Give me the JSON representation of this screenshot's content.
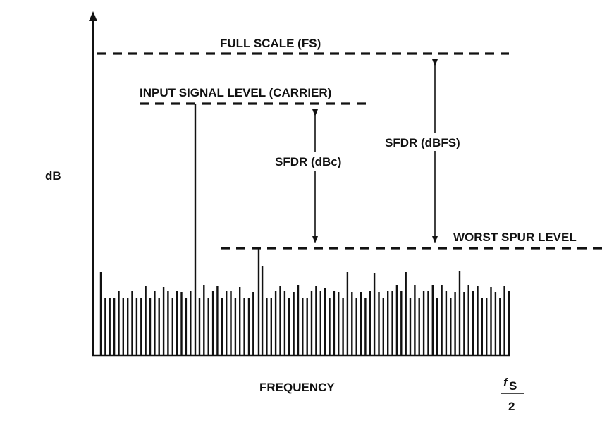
{
  "labels": {
    "full_scale": "FULL SCALE (FS)",
    "input_signal": "INPUT SIGNAL LEVEL (CARRIER)",
    "sfdr_dbc": "SFDR (dBc)",
    "sfdr_dbfs": "SFDR (dBFS)",
    "worst_spur": "WORST SPUR LEVEL",
    "y_axis": "dB",
    "x_axis": "FREQUENCY",
    "fs_numerator": "f",
    "fs_subscript": "S",
    "fs_denominator": "2"
  }
}
